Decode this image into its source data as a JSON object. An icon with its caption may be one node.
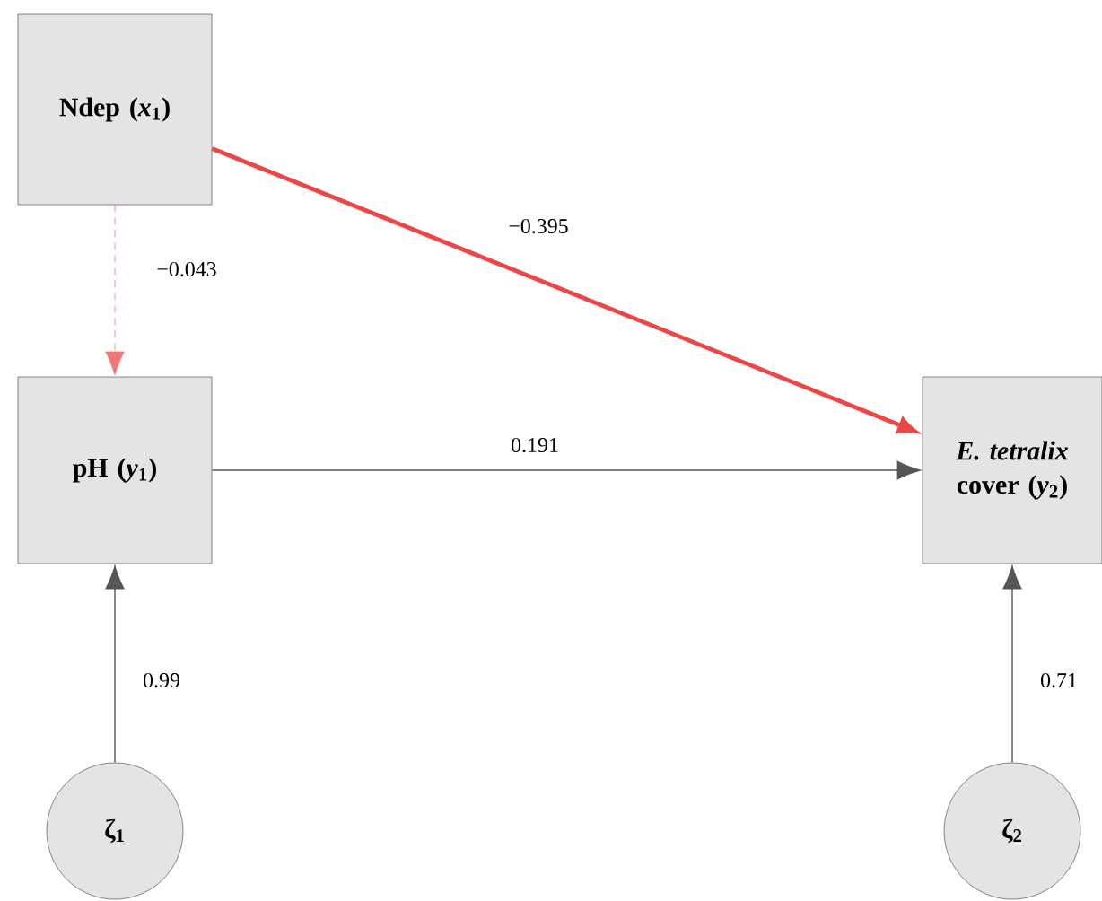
{
  "diagram": {
    "nodes": [
      {
        "text": [
          "Ndep (*x*$_{1}$)"
        ]
      },
      {
        "text": [
          "pH (*y*$_{1}$)"
        ]
      },
      {
        "text": [
          "*E. tetralix* cover (*y*$_{2}$)"
        ]
      },
      {
        "text": [
          "ζ$_{1}$"
        ]
      },
      {
        "text": [
          "ζ$_{2}$"
        ]
      }
    ],
    "edges": [
      {
        "from": 0,
        "to": 1,
        "arrow": "to",
        "label": "−0.043",
        "style": "dashed",
        "color": "#f07878"
      },
      {
        "from": 0,
        "to": 2,
        "arrow": "to",
        "label": "−0.395",
        "style": "thick",
        "color": "#ec4646"
      },
      {
        "from": 1,
        "to": 2,
        "arrow": "to",
        "label": "0.191"
      },
      {
        "from": 3,
        "to": 1,
        "arrow": "to",
        "label": "0.99"
      },
      {
        "from": 4,
        "to": 2,
        "arrow": "to",
        "label": "0.71"
      }
    ]
  }
}
